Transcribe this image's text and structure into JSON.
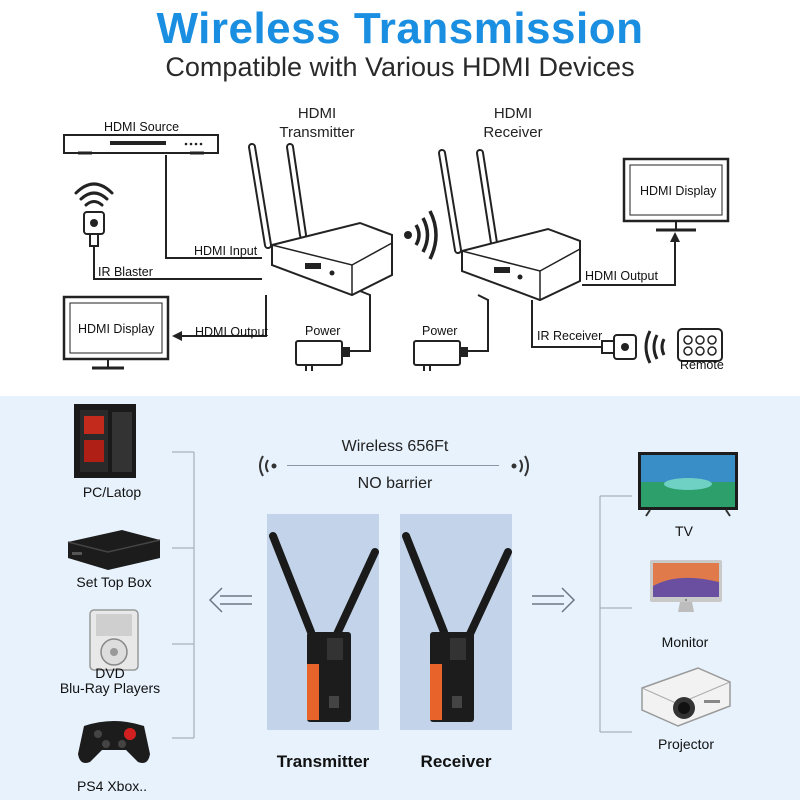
{
  "header": {
    "title": "Wireless Transmission",
    "subtitle": "Compatible with Various HDMI Devices"
  },
  "diagram": {
    "hdmi_source": "HDMI Source",
    "transmitter_line1": "HDMI",
    "transmitter_line2": "Transmitter",
    "receiver_line1": "HDMI",
    "receiver_line2": "Receiver",
    "hdmi_input": "HDMI Input",
    "ir_blaster": "IR Blaster",
    "hdmi_output_left": "HDMI Output",
    "hdmi_output_right": "HDMI Output",
    "hdmi_display_left": "HDMI Display",
    "hdmi_display_right": "HDMI Display",
    "power_left": "Power",
    "power_right": "Power",
    "ir_receiver": "IR Receiver",
    "remote": "Remote"
  },
  "bottom": {
    "wireless_distance": "Wireless 656Ft",
    "no_barrier": "NO barrier",
    "transmitter": "Transmitter",
    "receiver": "Receiver",
    "sources": [
      "PC/Latop",
      "Set Top Box",
      "DVD",
      "Blu-Ray Players",
      "PS4 Xbox.."
    ],
    "displays": [
      "TV",
      "Monitor",
      "Projector"
    ]
  },
  "colors": {
    "title_blue": "#1a8ee0",
    "panel_blue": "#c3d4ea",
    "bottom_bg": "#e7f2fc",
    "device_orange": "#e8632a"
  },
  "icons": [
    "wifi-icon",
    "ir-blaster-icon",
    "remote-icon",
    "signal-icon",
    "arrow-left-icon",
    "arrow-right-icon"
  ]
}
